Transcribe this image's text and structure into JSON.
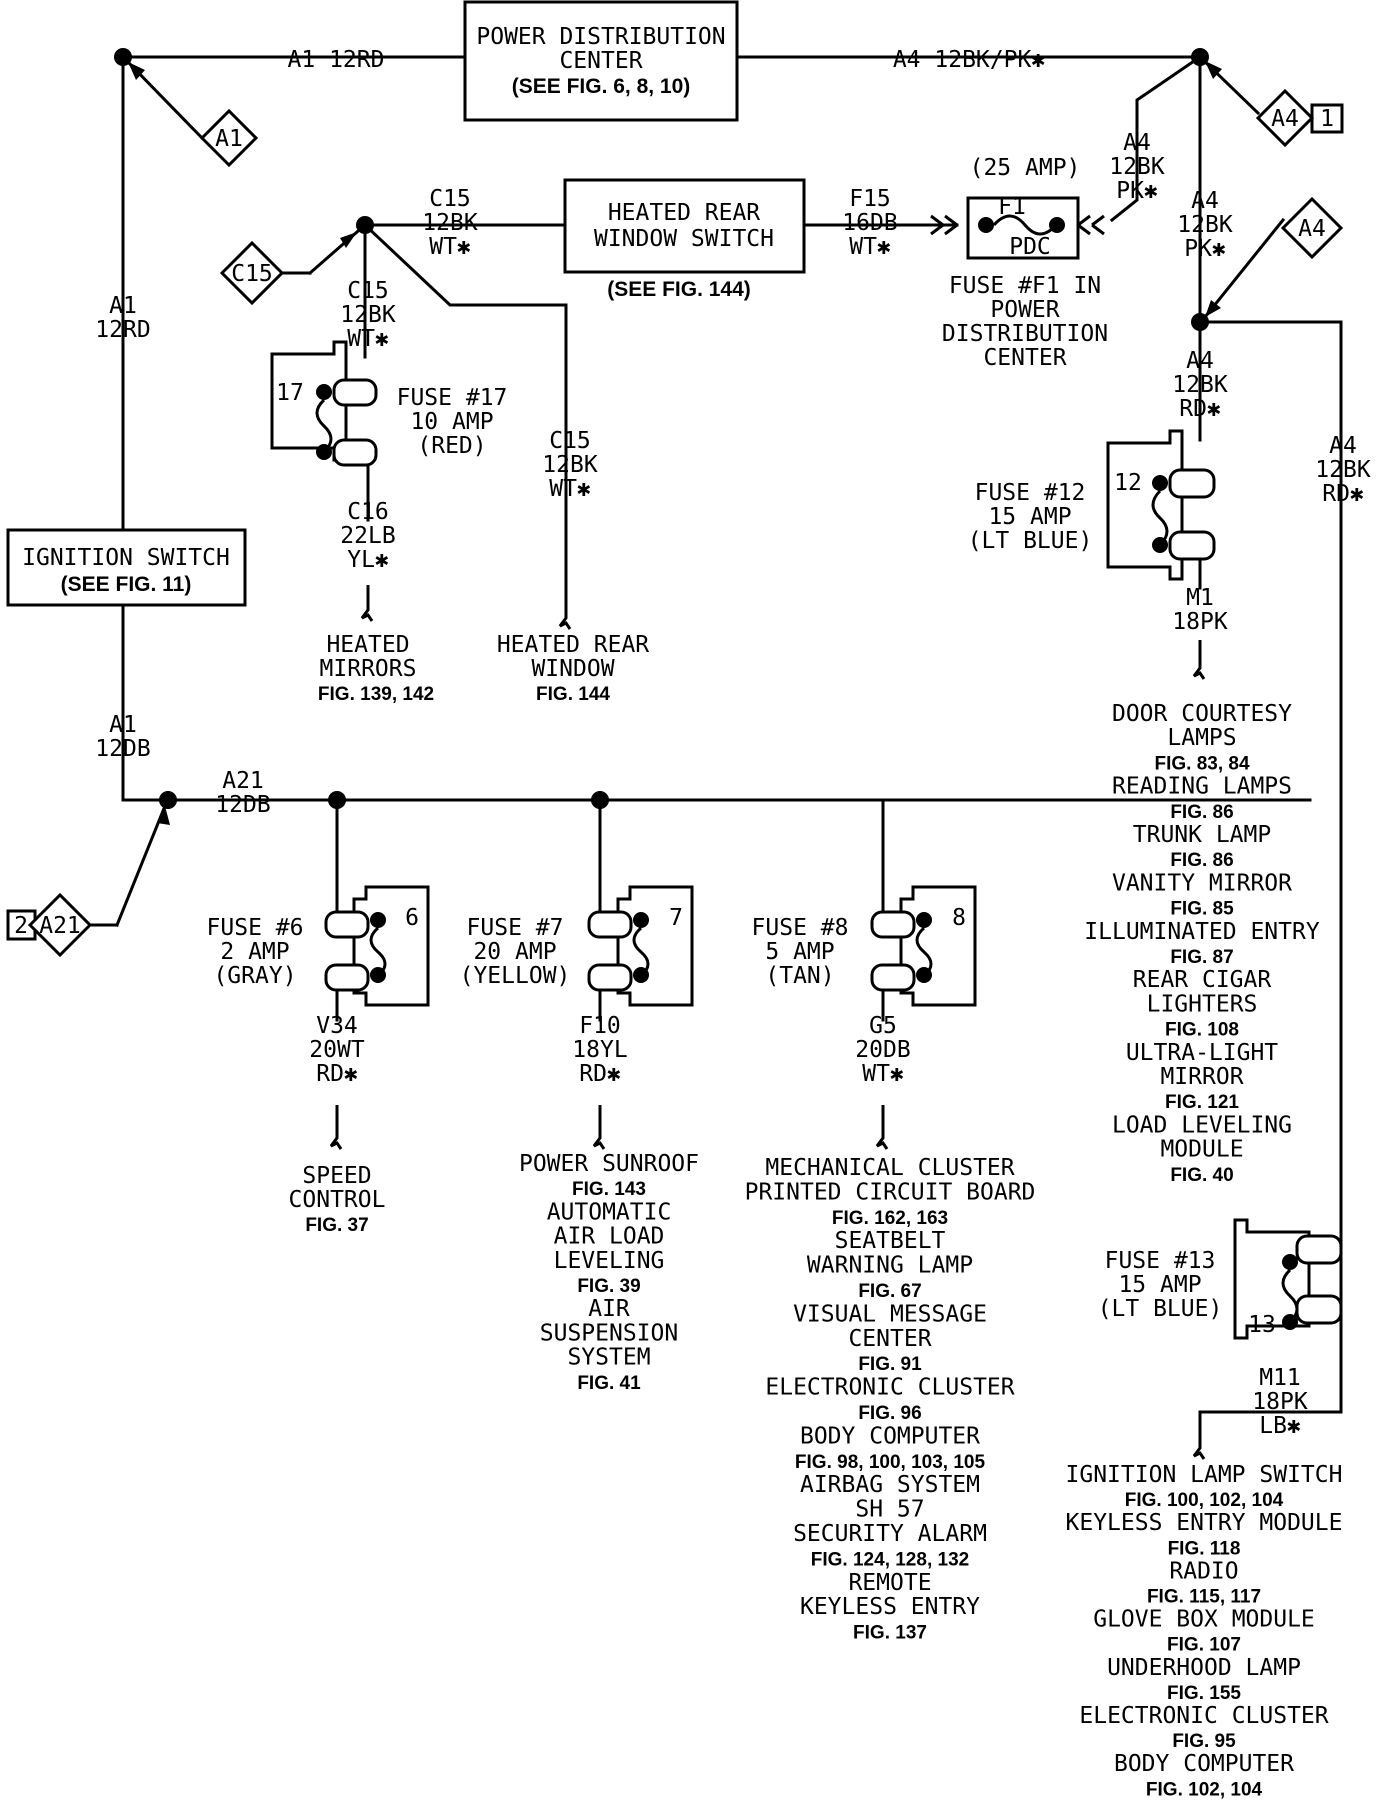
{
  "pdc": {
    "line1": "POWER DISTRIBUTION",
    "line2": "CENTER",
    "line3": "(SEE FIG. 6, 8, 10)"
  },
  "wires": {
    "a1_top": "A1 12RD",
    "a4_top": "A4 12BK/PK✱",
    "a1_left_1": "A1",
    "a1_left_2": "12RD",
    "a1_db_1": "A1",
    "a1_db_2": "12DB",
    "a21_1": "A21",
    "a21_2": "12DB",
    "a4_drop_1": "A4",
    "a4_drop_2": "12BK",
    "a4_drop_3": "PK✱",
    "a4_main_1": "A4",
    "a4_main_2": "12BK",
    "a4_main_3": "PK✱",
    "a4_rd_1": "A4",
    "a4_rd_2": "12BK",
    "a4_rd_3": "RD✱",
    "a4_far_1": "A4",
    "a4_far_2": "12BK",
    "a4_far_3": "RD✱",
    "c15_top_1": "C15",
    "c15_top_2": "12BK",
    "c15_top_3": "WT✱",
    "c15_mid_1": "C15",
    "c15_mid_2": "12BK",
    "c15_mid_3": "WT✱",
    "c15_right_1": "C15",
    "c15_right_2": "12BK",
    "c15_right_3": "WT✱",
    "c16_1": "C16",
    "c16_2": "22LB",
    "c16_3": "YL✱",
    "f15_1": "F15",
    "f15_2": "16DB",
    "f15_3": "WT✱",
    "m1_1": "M1",
    "m1_2": "18PK",
    "m11_1": "M11",
    "m11_2": "18PK",
    "m11_3": "LB✱",
    "v34_1": "V34",
    "v34_2": "20WT",
    "v34_3": "RD✱",
    "f10_1": "F10",
    "f10_2": "18YL",
    "f10_3": "RD✱",
    "g5_1": "G5",
    "g5_2": "20DB",
    "g5_3": "WT✱"
  },
  "connectors": {
    "a1": "A1",
    "a4_1": "A4",
    "a4_1_pin": "1",
    "a4_2": "A4",
    "c15": "C15",
    "a21": "A21",
    "a21_pin": "2"
  },
  "ignition": {
    "line1": "IGNITION SWITCH",
    "line2": "(SEE FIG. 11)"
  },
  "hrw_switch": {
    "line1": "HEATED REAR",
    "line2": "WINDOW SWITCH",
    "ref": "(SEE FIG. 144)"
  },
  "fuse_f1": {
    "amp": "(25 AMP)",
    "id": "F1",
    "loc": "PDC",
    "desc1": "FUSE #F1 IN",
    "desc2": "POWER",
    "desc3": "DISTRIBUTION",
    "desc4": "CENTER"
  },
  "fuses": {
    "f17": {
      "num": "17",
      "l1": "FUSE #17",
      "l2": "10 AMP",
      "l3": "(RED)"
    },
    "f12": {
      "num": "12",
      "l1": "FUSE #12",
      "l2": "15 AMP",
      "l3": "(LT BLUE)"
    },
    "f13": {
      "num": "13",
      "l1": "FUSE #13",
      "l2": "15 AMP",
      "l3": "(LT BLUE)"
    },
    "f6": {
      "num": "6",
      "l1": "FUSE #6",
      "l2": "2 AMP",
      "l3": "(GRAY)"
    },
    "f7": {
      "num": "7",
      "l1": "FUSE #7",
      "l2": "20 AMP",
      "l3": "(YELLOW)"
    },
    "f8": {
      "num": "8",
      "l1": "FUSE #8",
      "l2": "5 AMP",
      "l3": "(TAN)"
    }
  },
  "loads": {
    "heated_mirrors": [
      "HEATED",
      "MIRRORS",
      "FIG. 139, 142"
    ],
    "heated_window": [
      "HEATED REAR",
      "WINDOW",
      "FIG. 144"
    ],
    "courtesy": [
      "DOOR COURTESY",
      "LAMPS",
      "FIG. 83, 84",
      "READING LAMPS",
      "FIG. 86",
      "TRUNK LAMP",
      "FIG. 86",
      "VANITY MIRROR",
      "FIG. 85",
      "ILLUMINATED ENTRY",
      "FIG. 87",
      "REAR CIGAR",
      "LIGHTERS",
      "FIG. 108",
      "ULTRA-LIGHT",
      "MIRROR",
      "FIG. 121",
      "LOAD LEVELING",
      "MODULE",
      "FIG. 40"
    ],
    "speed": [
      "SPEED",
      "CONTROL",
      "FIG. 37"
    ],
    "sunroof": [
      "POWER SUNROOF",
      "FIG. 143",
      "AUTOMATIC",
      "AIR LOAD",
      "LEVELING",
      "FIG. 39",
      "AIR",
      "SUSPENSION",
      "SYSTEM",
      "FIG. 41"
    ],
    "cluster": [
      "MECHANICAL CLUSTER",
      "PRINTED CIRCUIT BOARD",
      "FIG. 162, 163",
      "SEATBELT",
      "WARNING LAMP",
      "FIG. 67",
      "VISUAL MESSAGE",
      "CENTER",
      "FIG. 91",
      "ELECTRONIC CLUSTER",
      "FIG. 96",
      "BODY COMPUTER",
      "FIG. 98, 100, 103, 105",
      "AIRBAG SYSTEM",
      "SH 57",
      "SECURITY ALARM",
      "FIG. 124, 128, 132",
      "REMOTE",
      "KEYLESS ENTRY",
      "FIG. 137"
    ],
    "ignition_lamp": [
      "IGNITION LAMP SWITCH",
      "FIG. 100, 102, 104",
      "KEYLESS ENTRY MODULE",
      "FIG. 118",
      "RADIO",
      "FIG. 115, 117",
      "GLOVE BOX MODULE",
      "FIG. 107",
      "UNDERHOOD LAMP",
      "FIG. 155",
      "ELECTRONIC CLUSTER",
      "FIG. 95",
      "BODY COMPUTER",
      "FIG. 102, 104"
    ]
  }
}
